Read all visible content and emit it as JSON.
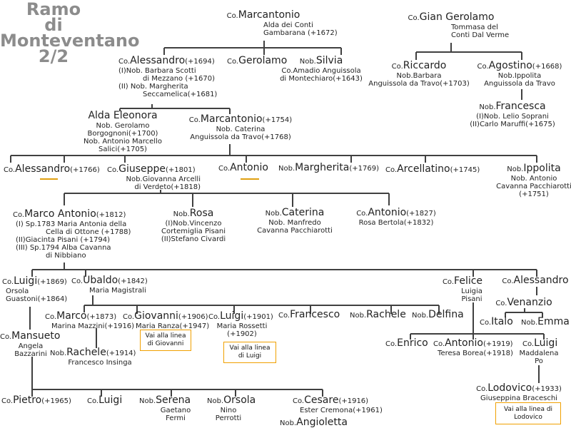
{
  "title": {
    "line1": "Ramo",
    "line2": "di",
    "line3": "Monteventano",
    "line4": "2/2"
  },
  "persons": [
    {
      "id": "marcantonio-1672",
      "title": "Co.",
      "name": "Marcantonio",
      "dates": "",
      "spouse": [
        "Alda dei Conti",
        "Gambarana (+1672)"
      ]
    },
    {
      "id": "gian-gerolamo",
      "title": "Co.",
      "name": "Gian Gerolamo",
      "dates": "",
      "spouse": [
        "Tommasa del",
        "Conti Dal Verme"
      ]
    },
    {
      "id": "alessandro-1694",
      "title": "Co.",
      "name": "Alessandro",
      "dates": "(+1694)",
      "spouse": [
        "(I)Nob. Barbara Scotti",
        "di Mezzano (+1670)",
        "(II) Nob. Margherita",
        "Seccamelica(+1681)"
      ]
    },
    {
      "id": "gerolamo",
      "title": "Co.",
      "name": "Gerolamo",
      "dates": "",
      "spouse": []
    },
    {
      "id": "silvia",
      "title": "Nob.",
      "name": "Silvia",
      "dates": "",
      "spouse": [
        "Co.Amadio Anguissola",
        "di Montechiaro(+1643)"
      ]
    },
    {
      "id": "riccardo",
      "title": "Co.",
      "name": "Riccardo",
      "dates": "",
      "spouse": [
        "Nob.Barbara",
        "Anguissola da Travo(+1703)"
      ]
    },
    {
      "id": "agostino",
      "title": "Co.",
      "name": "Agostino",
      "dates": "(+1668)",
      "spouse": [
        "Nob.Ippolita",
        "Anguissola da Travo"
      ]
    },
    {
      "id": "francesca",
      "title": "Nob.",
      "name": "Francesca",
      "dates": "",
      "spouse": [
        "(I)Nob. Lelio Soprani",
        "(II)Carlo Maruffi(+1675)"
      ]
    },
    {
      "id": "alda-eleonora",
      "title": "",
      "name": "Alda Eleonora",
      "dates": "",
      "spouse": [
        "Nob. Gerolamo",
        "Borgognoni(+1700)",
        "Nob. Antonio Marcello",
        "Salici(+1705)"
      ]
    },
    {
      "id": "marcantonio-1754",
      "title": "Co.",
      "name": "Marcantonio",
      "dates": "(+1754)",
      "spouse": [
        "Nob. Caterina",
        "Anguissola da Travo(+1768)"
      ]
    },
    {
      "id": "alessandro-1766",
      "title": "Co.",
      "name": "Alessandro",
      "dates": "(+1766)",
      "spouse": []
    },
    {
      "id": "giuseppe-1801",
      "title": "Co.",
      "name": "Giuseppe",
      "dates": "(+1801)",
      "spouse": [
        "Nob.Giovanna Arcelli",
        "di Verdeto(+1818)"
      ]
    },
    {
      "id": "antonio-co",
      "title": "Co.",
      "name": "Antonio",
      "dates": "",
      "spouse": []
    },
    {
      "id": "margherita-1769",
      "title": "Nob.",
      "name": "Margherita",
      "dates": "(+1769)",
      "spouse": []
    },
    {
      "id": "arcellatino",
      "title": "Co.",
      "name": "Arcellatino",
      "dates": "(+1745)",
      "spouse": []
    },
    {
      "id": "ippolita",
      "title": "Nob.",
      "name": "Ippolita",
      "dates": "",
      "spouse": [
        "Nob. Antonio",
        "Cavanna Pacchiarotti",
        "(+1751)"
      ]
    },
    {
      "id": "marco-antonio-1812",
      "title": "Co.",
      "name": "Marco Antonio",
      "dates": "(+1812)",
      "spouse": [
        "(I) Sp.1783 Maria Antonia della",
        "Cella di Ottone (+1788)",
        "(II)Giacinta Pisani (+1794)",
        "(III) Sp.1794 Alba Cavanna",
        "di Nibbiano"
      ]
    },
    {
      "id": "rosa",
      "title": "Nob.",
      "name": "Rosa",
      "dates": "",
      "spouse": [
        "(I)Nob.Vincenzo",
        "Cortemiglia Pisani",
        "(II)Stefano Civardi"
      ]
    },
    {
      "id": "caterina",
      "title": "Nob.",
      "name": "Caterina",
      "dates": "",
      "spouse": [
        "Nob. Manfredo",
        "Cavanna Pacchiarotti"
      ]
    },
    {
      "id": "antonio-1827",
      "title": "Co.",
      "name": "Antonio",
      "dates": "(+1827)",
      "spouse": [
        "Rosa Bertola(+1832)"
      ]
    },
    {
      "id": "luigi-1869",
      "title": "Co.",
      "name": "Luigi",
      "dates": "(+1869)",
      "spouse": [
        "Orsola",
        "Guastoni(+1864)"
      ]
    },
    {
      "id": "ubaldo-1842",
      "title": "Co.",
      "name": "Ubaldo",
      "dates": "(+1842)",
      "spouse": [
        "Maria Magistrali"
      ]
    },
    {
      "id": "felice",
      "title": "Co.",
      "name": "Felice",
      "dates": "",
      "spouse": [
        "Luigia",
        "Pisani"
      ]
    },
    {
      "id": "alessandro-2",
      "title": "Co.",
      "name": "Alessandro",
      "dates": "",
      "spouse": []
    },
    {
      "id": "venanzio",
      "title": "Co.",
      "name": "Venanzio",
      "dates": "",
      "spouse": []
    },
    {
      "id": "italo",
      "title": "Co.",
      "name": "Italo",
      "dates": "",
      "spouse": []
    },
    {
      "id": "emma",
      "title": "Nob.",
      "name": "Emma",
      "dates": "",
      "spouse": []
    },
    {
      "id": "marco-1873",
      "title": "Co.",
      "name": "Marco",
      "dates": "(+1873)",
      "spouse": [
        "Marina Mazzini(+1916)"
      ]
    },
    {
      "id": "giovanni-1906",
      "title": "Co.",
      "name": "Giovanni",
      "dates": "(+1906)",
      "spouse": [
        "Maria Ranza(+1947)"
      ]
    },
    {
      "id": "luigi-1901",
      "title": "Co.",
      "name": "Luigi",
      "dates": "(+1901)",
      "spouse": [
        "Maria Rossetti",
        "(+1902)"
      ]
    },
    {
      "id": "francesco",
      "title": "Co.",
      "name": "Francesco",
      "dates": "",
      "spouse": []
    },
    {
      "id": "rachele-nob",
      "title": "Nob.",
      "name": "Rachele",
      "dates": "",
      "spouse": []
    },
    {
      "id": "delfina",
      "title": "Nob.",
      "name": "Delfina",
      "dates": "",
      "spouse": []
    },
    {
      "id": "mansueto",
      "title": "Co.",
      "name": "Mansueto",
      "dates": "",
      "spouse": [
        "Angela",
        "Bazzarini"
      ]
    },
    {
      "id": "rachele-1914",
      "title": "Nob.",
      "name": "Rachele",
      "dates": "(+1914)",
      "spouse": [
        "Francesco Insinga"
      ]
    },
    {
      "id": "enrico",
      "title": "Co.",
      "name": "Enrico",
      "dates": "",
      "spouse": []
    },
    {
      "id": "antonio-1919",
      "title": "Co.",
      "name": "Antonio",
      "dates": "(+1919)",
      "spouse": [
        "Teresa Borea(+1918)"
      ]
    },
    {
      "id": "luigi-co",
      "title": "Co.",
      "name": "Luigi",
      "dates": "",
      "spouse": [
        "Maddalena",
        "Po"
      ]
    },
    {
      "id": "lodovico-1933",
      "title": "Co.",
      "name": "Lodovico",
      "dates": "(+1933)",
      "spouse": [
        "Giuseppina Braceschi"
      ]
    },
    {
      "id": "pietro-1965",
      "title": "Co.",
      "name": "Pietro",
      "dates": "(+1965)",
      "spouse": []
    },
    {
      "id": "luigi-last",
      "title": "Co.",
      "name": "Luigi",
      "dates": "",
      "spouse": []
    },
    {
      "id": "serena",
      "title": "Nob.",
      "name": "Serena",
      "dates": "",
      "spouse": [
        "Gaetano",
        "Fermi"
      ]
    },
    {
      "id": "orsola",
      "title": "Nob.",
      "name": "Orsola",
      "dates": "",
      "spouse": [
        "Nino",
        "Perrotti"
      ]
    },
    {
      "id": "cesare-1916",
      "title": "Co.",
      "name": "Cesare",
      "dates": "(+1916)",
      "spouse": [
        "Ester Cremona(+1961)"
      ]
    },
    {
      "id": "angioletta",
      "title": "Nob.",
      "name": "Angioletta",
      "dates": "",
      "spouse": []
    }
  ],
  "links": [
    {
      "id": "giovanni",
      "lines": [
        "Vai alla linea",
        "di Giovanni"
      ]
    },
    {
      "id": "luigi",
      "lines": [
        "Vai alla linea",
        "di Luigi"
      ]
    },
    {
      "id": "lodovico",
      "lines": [
        "Vai alla linea di",
        "Lodovico"
      ]
    }
  ],
  "colors": {
    "line": "#404040",
    "accent": "#e0a010",
    "title": "#8c8c8c"
  }
}
